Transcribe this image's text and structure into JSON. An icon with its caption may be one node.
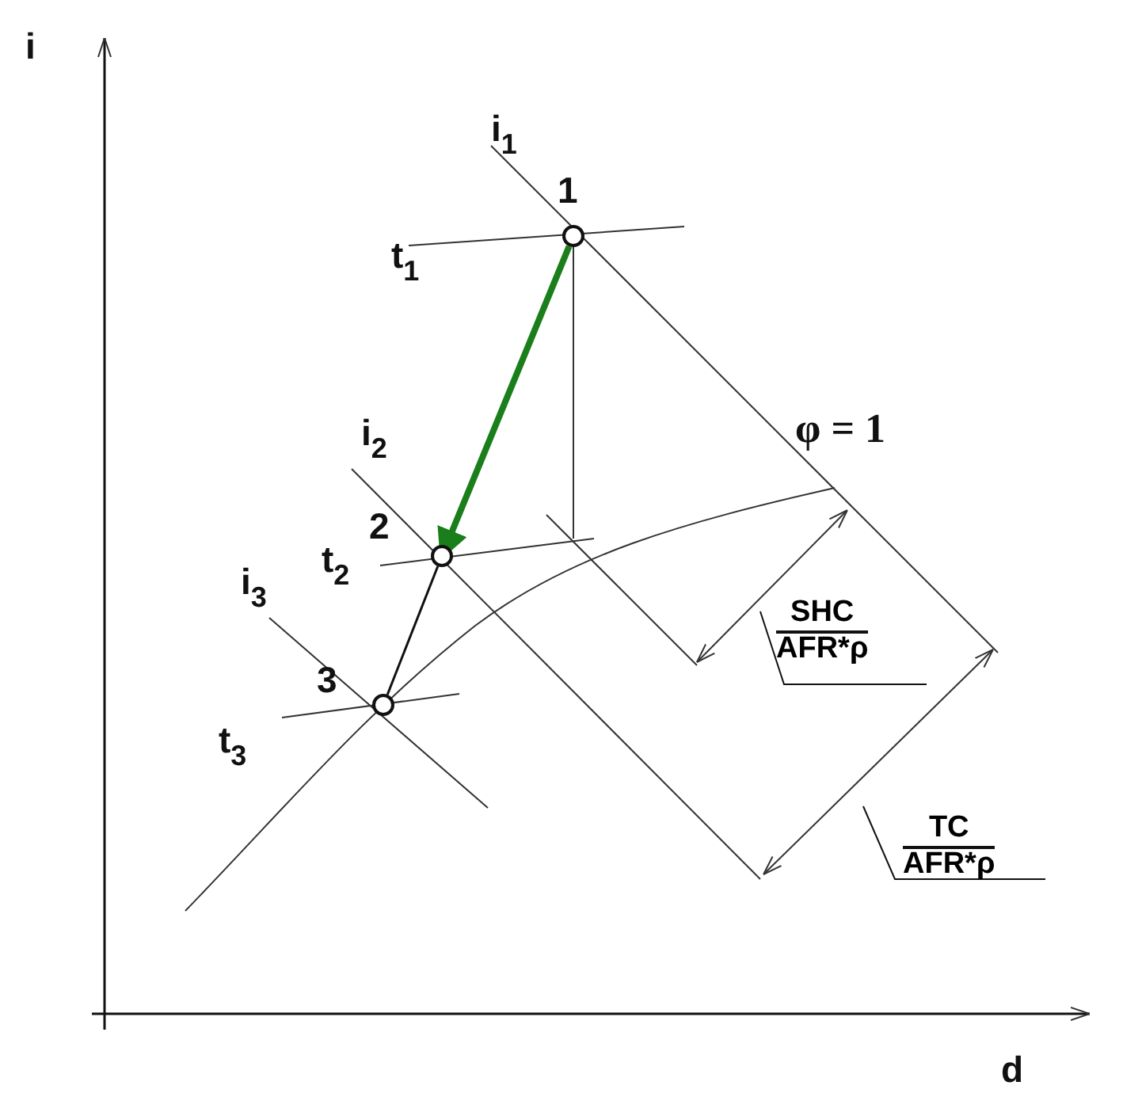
{
  "diagram": {
    "nodes": [
      {
        "text": [],
        "shape": "circle",
        "beside": [
          "1"
        ]
      },
      {
        "text": [],
        "shape": "circle",
        "beside": [
          "2"
        ]
      },
      {
        "text": [],
        "shape": "circle",
        "beside": [
          "3"
        ]
      },
      {
        "text": [
          "SHC",
          "AFR*ρ"
        ]
      },
      {
        "text": [
          "TC",
          "AFR*ρ"
        ]
      }
    ],
    "edges": [
      {
        "from": 0,
        "to": 1,
        "arrow": "to",
        "style": "thick",
        "color": "#1a7f1a"
      },
      {
        "from": 1,
        "to": 2,
        "arrow": "none"
      },
      {
        "from": 3,
        "to": null,
        "arrow": "none"
      },
      {
        "from": 4,
        "to": null,
        "arrow": "none"
      }
    ],
    "labels": [
      "i",
      "i$_{1}$",
      "t$_{1}$",
      "i$_{2}$",
      "φ = 1",
      "t$_{2}$",
      "i$_{3}$",
      "t$_{3}$",
      "d"
    ]
  }
}
